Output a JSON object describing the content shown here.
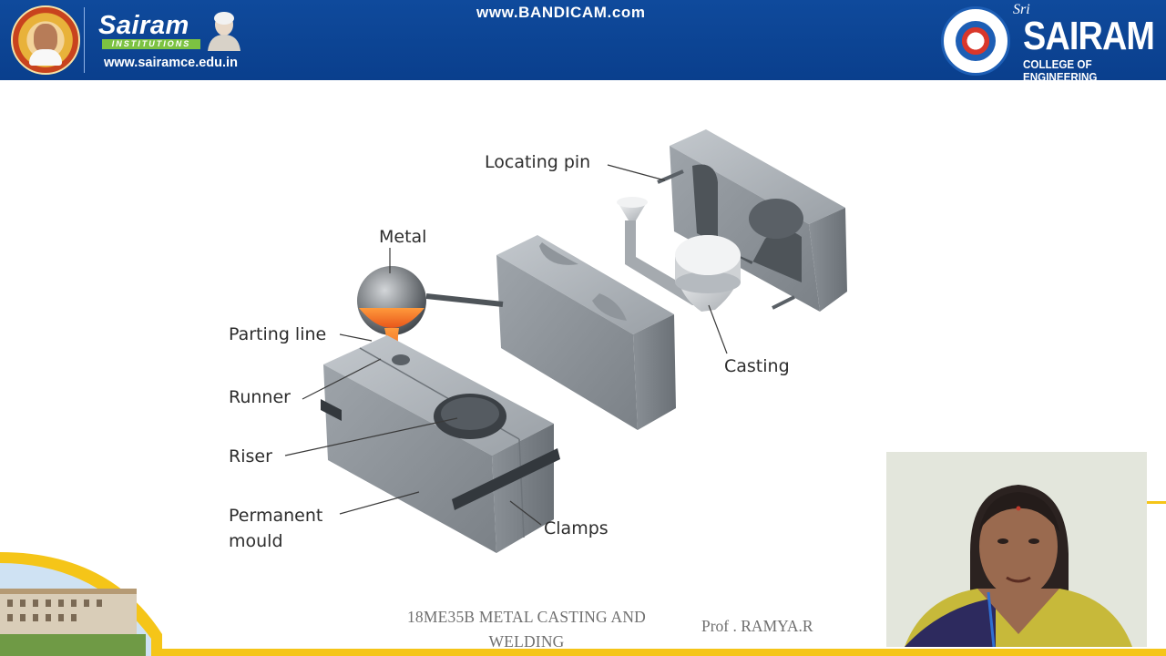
{
  "header": {
    "brand_name": "Sairam",
    "brand_tagline": "INSTITUTIONS",
    "website": "www.sairamce.edu.in",
    "watermark": "www.BANDICAM.com",
    "college_prefix": "Sri",
    "college_name": "SAIRAM",
    "college_subtitle": "COLLEGE OF ENGINEERING",
    "colors": {
      "header_bg": "#0a3f8d",
      "accent_green": "#7cc242",
      "accent_yellow": "#f5c518"
    }
  },
  "diagram": {
    "labels": {
      "locating_pin": "Locating pin",
      "metal": "Metal",
      "parting_line": "Parting line",
      "runner": "Runner",
      "casting": "Casting",
      "riser": "Riser",
      "permanent_mould_line1": "Permanent",
      "permanent_mould_line2": "mould",
      "clamps": "Clamps"
    },
    "colors": {
      "metal_light": "#b7bcc2",
      "metal_dark": "#6f757c",
      "molten": "#f07a2a"
    }
  },
  "footer": {
    "course_line1": "18ME35B METAL CASTING AND",
    "course_line2": "WELDING",
    "author": "Prof . RAMYA.R"
  }
}
